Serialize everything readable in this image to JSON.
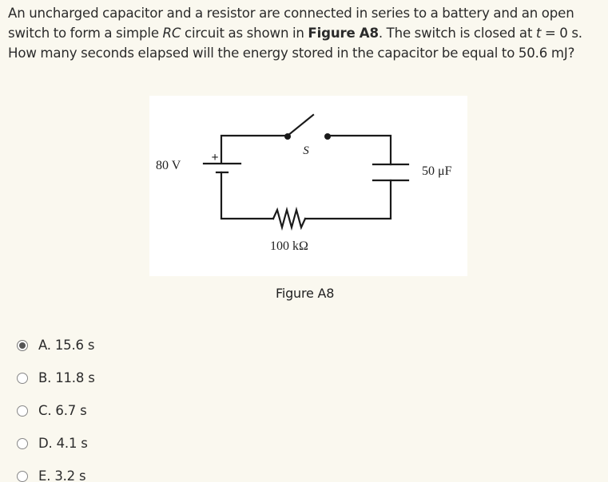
{
  "question": {
    "part1": "An uncharged capacitor and a resistor are connected in series to a battery and an open switch to form a simple ",
    "rc_italic": "RC",
    "part2": " circuit as shown in ",
    "figure_ref": "Figure A8",
    "part3": ".  The switch is closed at ",
    "t_italic": "t",
    "part4": " = 0 s.  How many seconds elapsed will the energy stored in the capacitor be equal to 50.6 mJ?"
  },
  "figure": {
    "battery_label": "80 V",
    "battery_polarity": "+",
    "switch_label": "S",
    "resistor_label": "100 kΩ",
    "capacitor_label": "50 μF",
    "caption": "Figure A8"
  },
  "options": [
    {
      "label": "A. 15.6 s",
      "selected": true
    },
    {
      "label": "B. 11.8 s",
      "selected": false
    },
    {
      "label": "C. 6.7 s",
      "selected": false
    },
    {
      "label": "D. 4.1 s",
      "selected": false
    },
    {
      "label": "E. 3.2 s",
      "selected": false
    }
  ]
}
